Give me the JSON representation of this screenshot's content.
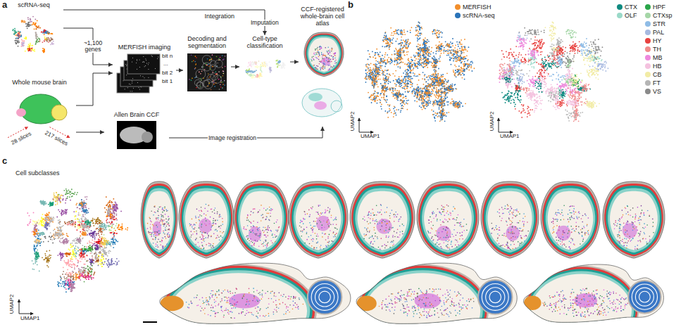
{
  "diagram": {
    "nodes": [
      {
        "text": [
          "scRNA-seq"
        ]
      },
      {
        "text": [
          "Whole mouse brain"
        ]
      },
      {
        "text": [
          "MERFISH imaging"
        ]
      },
      {
        "text": [
          "Decoding and segmentation"
        ]
      },
      {
        "text": [
          "Cell-type classification"
        ]
      },
      {
        "text": [
          "Allen Brain CCF"
        ]
      },
      {
        "text": [
          "CCF-registered whole-brain cell atlas"
        ]
      }
    ],
    "edges": [
      {
        "from": 0,
        "to": 2,
        "label": "~1,100 genes",
        "arrow": "to"
      },
      {
        "from": 1,
        "to": 2,
        "arrow": "to"
      },
      {
        "from": 1,
        "to": 5,
        "arrow": "to"
      },
      {
        "from": 2,
        "to": 3,
        "arrow": "to"
      },
      {
        "from": 3,
        "to": 4,
        "arrow": "to"
      },
      {
        "from": 0,
        "to": 4,
        "label": "Imputation",
        "arrow": "to"
      },
      {
        "from": 4,
        "to": 6,
        "arrow": "to"
      },
      {
        "from": 5,
        "to": 6,
        "label": "Image registration",
        "arrow": "to"
      }
    ],
    "labels": [
      "a",
      "Integration",
      "bit n",
      "...",
      "bit 2",
      "bit 1",
      "28 slices",
      "217 slices",
      "b",
      "UMAP1",
      "UMAP2",
      "UMAP1",
      "UMAP2",
      "c",
      "Cell subclasses",
      "UMAP2",
      "UMAP1"
    ],
    "legend": [
      {
        "text": "MERFISH",
        "color": "#f28e2b"
      },
      {
        "text": "scRNA-seq",
        "color": "#2a73b8"
      },
      {
        "text": "CTX",
        "color": "#0f8a80"
      },
      {
        "text": "HPF",
        "color": "#2aa54a"
      },
      {
        "text": "OLF",
        "color": "#9ad9c8"
      },
      {
        "text": "CTXsp",
        "color": "#a5d6a7"
      },
      {
        "text": "STR",
        "color": "#8fbce6"
      },
      {
        "text": "PAL",
        "color": "#a6b9e0"
      },
      {
        "text": "HY",
        "color": "#e8423f"
      },
      {
        "text": "TH",
        "color": "#f08c8c"
      },
      {
        "text": "MB",
        "color": "#ee88dd"
      },
      {
        "text": "HB",
        "color": "#f4c2df"
      },
      {
        "text": "CB",
        "color": "#f2eca6"
      },
      {
        "text": "FT",
        "color": "#b5b5b5"
      },
      {
        "text": "VS",
        "color": "#8a8a8a"
      }
    ]
  }
}
